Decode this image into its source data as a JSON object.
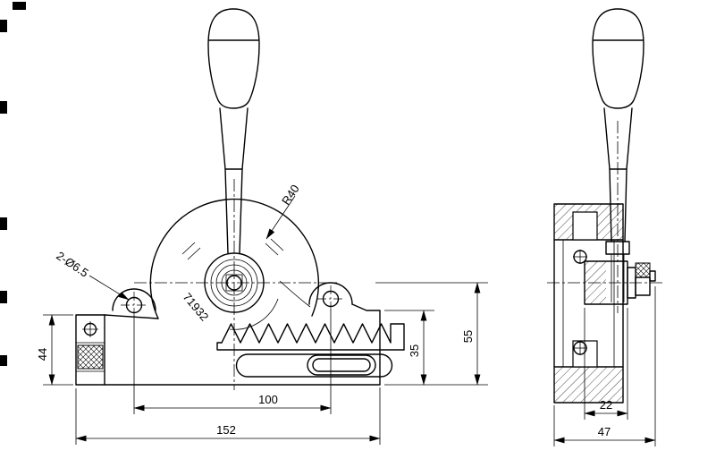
{
  "app": {
    "background_color": "#ffffff",
    "line_color": "#000000"
  },
  "front_view": {
    "dimensions": {
      "holes_label": "2-Ø6.5",
      "radius_label": "R40",
      "part_marking": "71932",
      "hole_spacing": "100",
      "overall_width": "152",
      "left_height": "44",
      "base_height": "35",
      "axis_height": "55"
    }
  },
  "side_view": {
    "dimensions": {
      "hub_width": "22",
      "overall_depth": "47"
    }
  }
}
